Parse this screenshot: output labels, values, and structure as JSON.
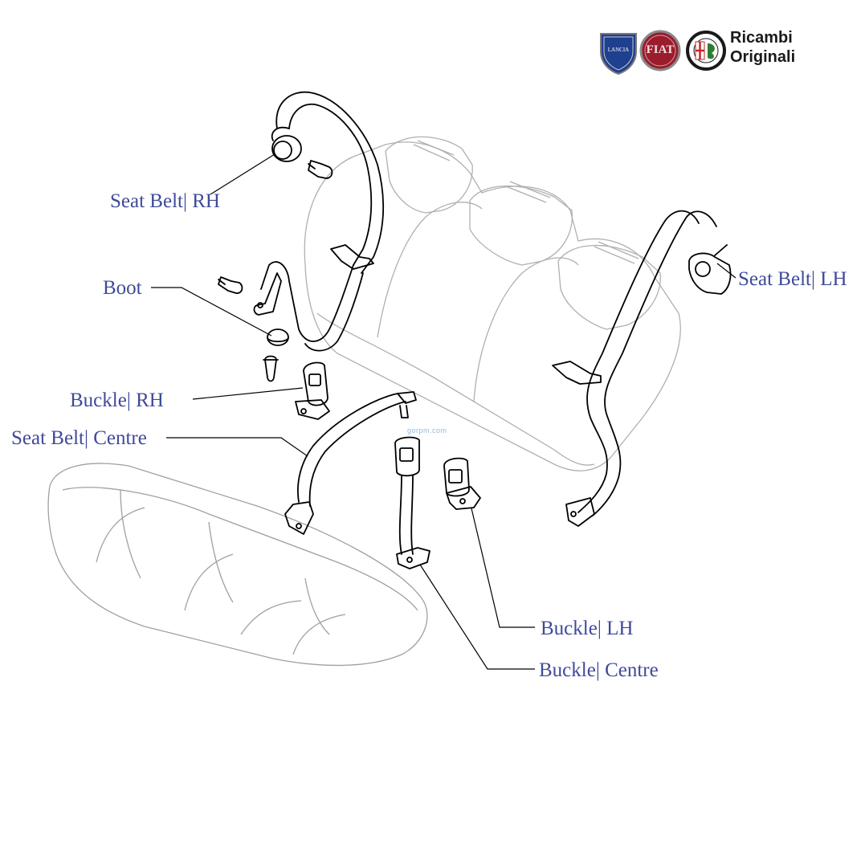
{
  "branding": {
    "logos": [
      "lancia-badge",
      "fiat-badge",
      "alfa-romeo-badge"
    ],
    "logo_text": {
      "lancia": "LANCIA",
      "fiat": "FIAT"
    },
    "line1": "Ricambi",
    "line2": "Originali"
  },
  "watermark": "gorpm.com",
  "labels": {
    "seat_belt_rh": "Seat Belt| RH",
    "boot": "Boot",
    "buckle_rh": "Buckle| RH",
    "seat_belt_centre": "Seat Belt| Centre",
    "seat_belt_lh": "Seat Belt| LH",
    "buckle_lh": "Buckle| LH",
    "buckle_centre": "Buckle| Centre"
  },
  "colors": {
    "label_text": "#3f4a9a",
    "line_art": "#000000",
    "seat_outline": "#a8a8a8",
    "lancia_blue": "#1f3f8f",
    "fiat_red": "#9b1c2c",
    "alfa_green": "#2e7d32"
  }
}
